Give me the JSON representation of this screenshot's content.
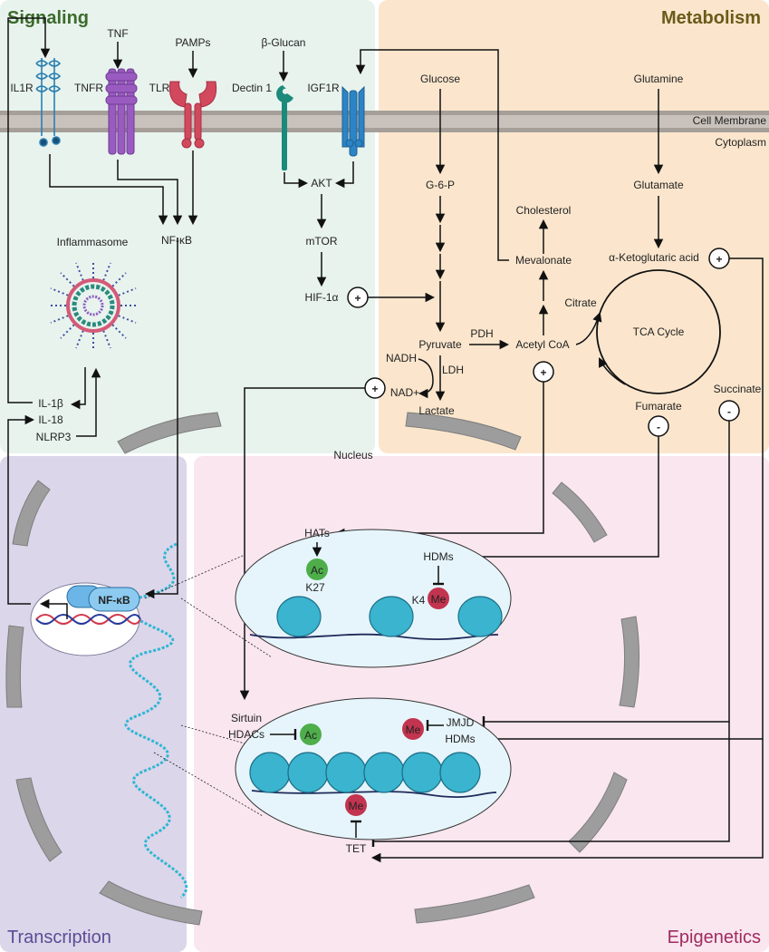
{
  "regions": {
    "signaling": "Signaling",
    "metabolism": "Metabolism",
    "transcription": "Transcription",
    "epigenetics": "Epigenetics"
  },
  "colors": {
    "signaling_bg": "#e8f3ee",
    "metabolism_bg": "#fbe6cd",
    "transcription_bg": "#dcd6ea",
    "epigenetics_bg": "#f9e6ee",
    "signaling_title": "#3c6b2b",
    "metabolism_title": "#6b5a1a",
    "transcription_title": "#5a4d96",
    "epigenetics_title": "#a02b62",
    "membrane": "#b9b2ac",
    "nucleosome": "#3ab4cf",
    "methyl": "#c2344f",
    "acetyl": "#4eae4a"
  },
  "membrane": {
    "cell_membrane": "Cell Membrane",
    "cytoplasm": "Cytoplasm"
  },
  "signaling": {
    "receptors": {
      "il1r": "IL1R",
      "tnfr": "TNFR",
      "tlr": "TLR",
      "dectin1": "Dectin 1",
      "igf1r": "IGF1R"
    },
    "ligands": {
      "tnf": "TNF",
      "pamps": "PAMPs",
      "beta_glucan": "β-Glucan"
    },
    "nfkb": "NF-κB",
    "akt": "AKT",
    "mtor": "mTOR",
    "hif1a": "HIF-1α",
    "inflammasome": "Inflammasome",
    "il1b": "IL-1β",
    "il18": "IL-18",
    "nlrp3": "NLRP3"
  },
  "metabolism": {
    "glucose": "Glucose",
    "g6p": "G-6-P",
    "pyruvate": "Pyruvate",
    "nadh": "NADH",
    "nadplus": "NAD+",
    "ldh": "LDH",
    "lactate": "Lactate",
    "pdh": "PDH",
    "acetyl_coa": "Acetyl CoA",
    "mevalonate": "Mevalonate",
    "cholesterol": "Cholesterol",
    "citrate": "Citrate",
    "tca_cycle": "TCA Cycle",
    "glutamine": "Glutamine",
    "glutamate": "Glutamate",
    "akg": "α-Ketoglutaric acid",
    "fumarate": "Fumarate",
    "succinate": "Succinate"
  },
  "signs": {
    "plus": "+",
    "minus": "-"
  },
  "nucleus": {
    "label": "Nucleus",
    "tf_label": "NF-κB",
    "upper": {
      "hats": "HATs",
      "ac": "Ac",
      "k27": "K27",
      "hdms": "HDMs",
      "k4": "K4",
      "me": "Me"
    },
    "lower": {
      "sirtuin": "Sirtuin",
      "hdacs": "HDACs",
      "ac": "Ac",
      "jmjd": "JMJD",
      "hdms": "HDMs",
      "me": "Me",
      "tet": "TET"
    }
  }
}
